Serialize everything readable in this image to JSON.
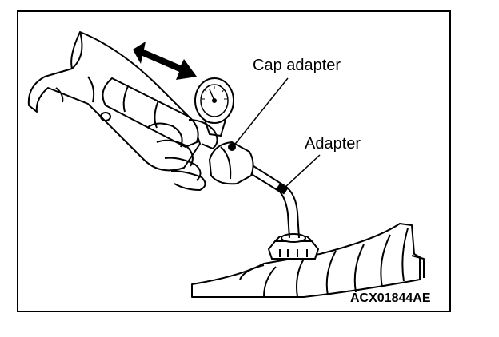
{
  "labels": {
    "cap_adapter": "Cap adapter",
    "adapter": "Adapter"
  },
  "figure_code": "ACX01844AE",
  "icons": {
    "hand": "hand-icon",
    "pressure_gauge": "pressure-gauge-icon",
    "double_arrow": "double-arrow-icon",
    "radiator": "radiator-icon"
  },
  "colors": {
    "line": "#000000",
    "background": "#ffffff"
  }
}
